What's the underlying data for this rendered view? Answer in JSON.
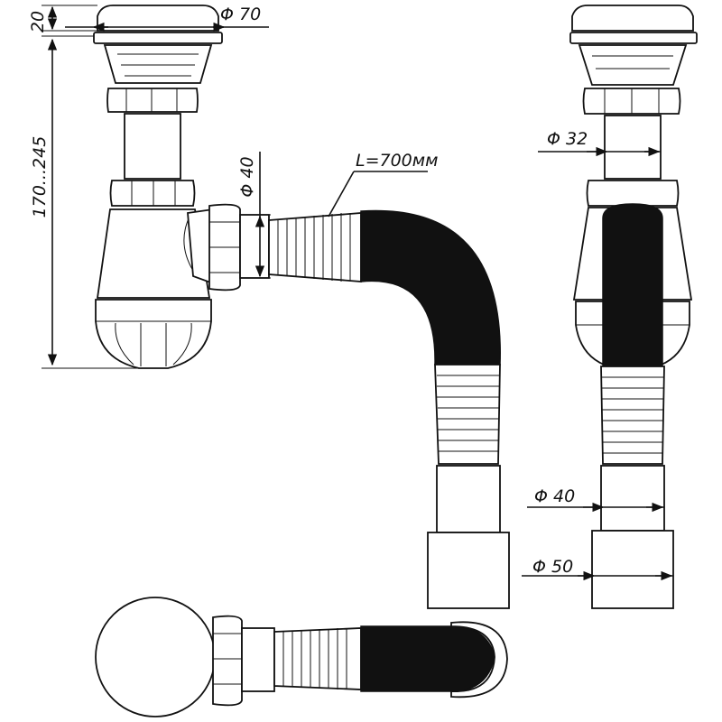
{
  "labels": {
    "height_range": "170...245",
    "cap_height": "20",
    "d70": "Φ 70",
    "d40_side": "Φ 40",
    "hose_length": "L=700мм",
    "d32": "Φ 32",
    "d40_outlet": "Φ 40",
    "d50": "Φ 50"
  },
  "colors": {
    "line": "#111111",
    "hose": "#111111",
    "background": "#ffffff"
  }
}
